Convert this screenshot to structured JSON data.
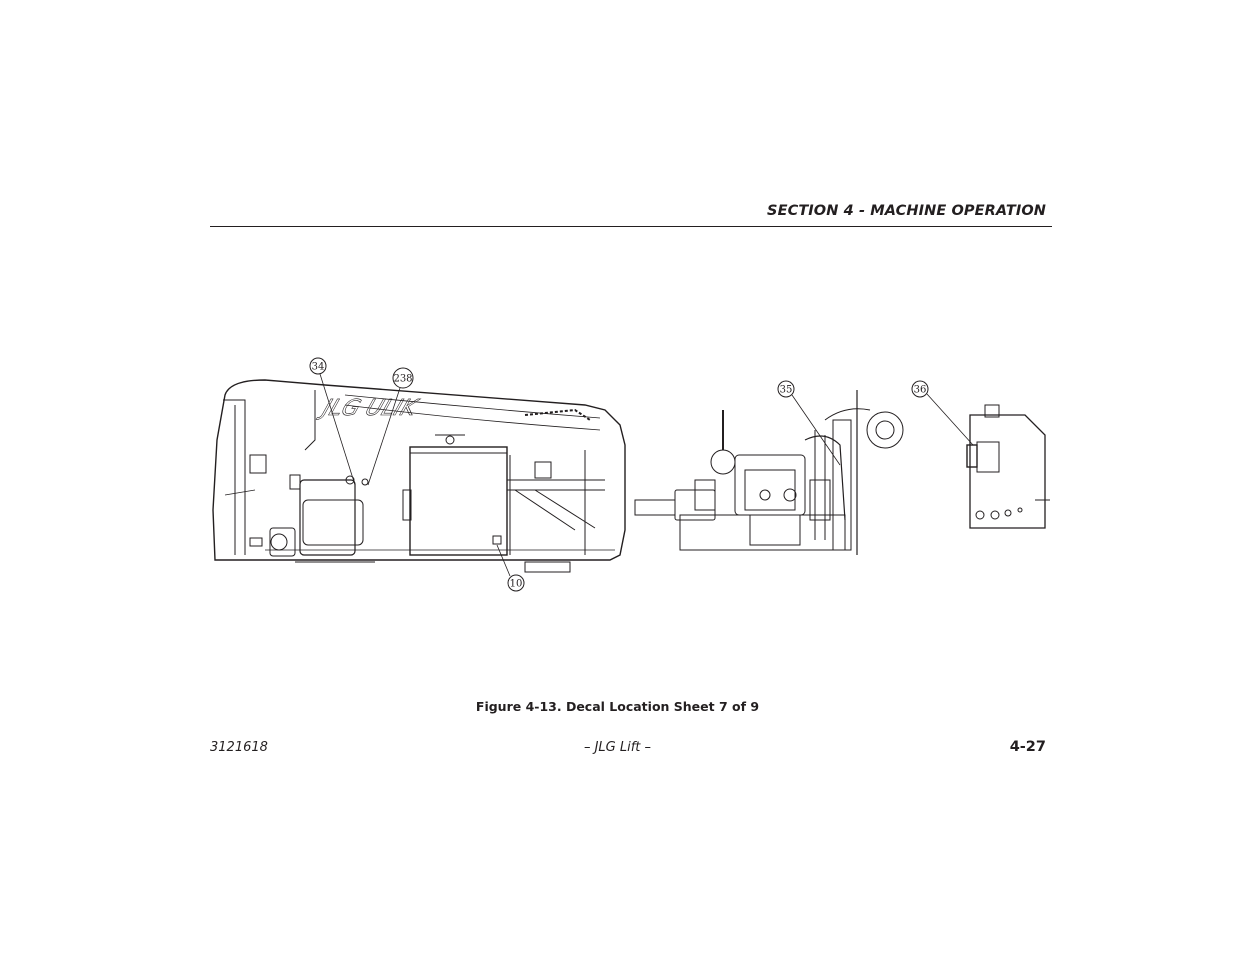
{
  "header": {
    "section_title": "SECTION 4 - MACHINE OPERATION"
  },
  "figure": {
    "caption": "Figure 4-13. Decal Location Sheet 7 of 9",
    "callouts": [
      "34",
      "238",
      "10",
      "35",
      "36"
    ]
  },
  "footer": {
    "doc_number": "3121618",
    "center_text": "– JLG Lift –",
    "page_number": "4-27"
  }
}
